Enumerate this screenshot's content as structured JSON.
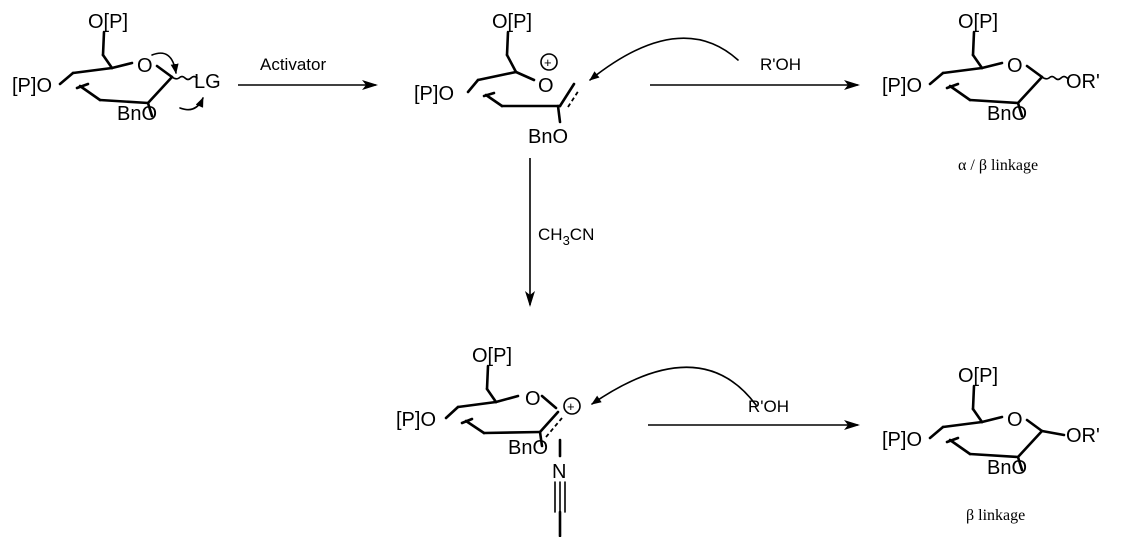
{
  "reagents": {
    "activator": "Activator",
    "nucleophile_top": "R'OH",
    "nucleophile_bottom": "R'OH",
    "solvent_main": "CH",
    "solvent_sub": "3",
    "solvent_tail": "CN"
  },
  "groups": {
    "protected_o": "O[P]",
    "ring_o": "O",
    "protecting_left": "[P]O",
    "benzyloxy": "BnO",
    "leaving_group": "LG",
    "acceptor": "OR'",
    "nitrogen": "N",
    "plus": "+"
  },
  "captions": {
    "alpha_beta": "α / β linkage",
    "beta": "β linkage"
  }
}
